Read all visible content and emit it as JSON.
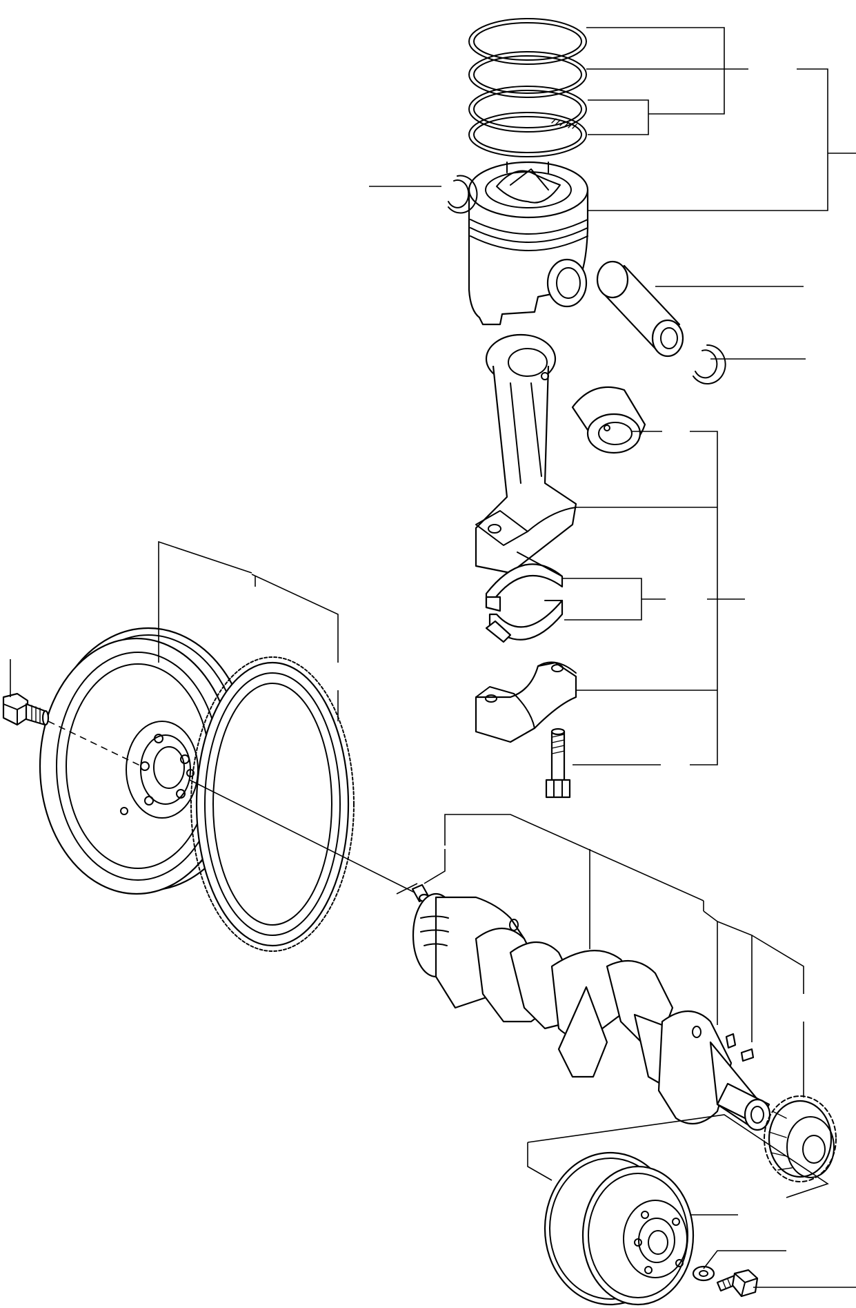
{
  "diagram": {
    "kind": "exploded-parts-view",
    "colors": {
      "line": "#000000",
      "background": "#ffffff"
    },
    "parts": [
      "piston-ring-set",
      "piston",
      "piston-pin-circlip-left",
      "piston-pin",
      "piston-pin-circlip-right",
      "connecting-rod-bushing",
      "connecting-rod",
      "connecting-rod-bearing-upper",
      "connecting-rod-bearing-lower",
      "connecting-rod-cap",
      "connecting-rod-bolt",
      "flywheel",
      "flywheel-bolt",
      "ring-gear",
      "dowel-pin",
      "crankshaft",
      "crankshaft-key-1",
      "crankshaft-key-2",
      "crankshaft-gear",
      "crankshaft-pulley",
      "pulley-washer",
      "pulley-bolt"
    ]
  }
}
